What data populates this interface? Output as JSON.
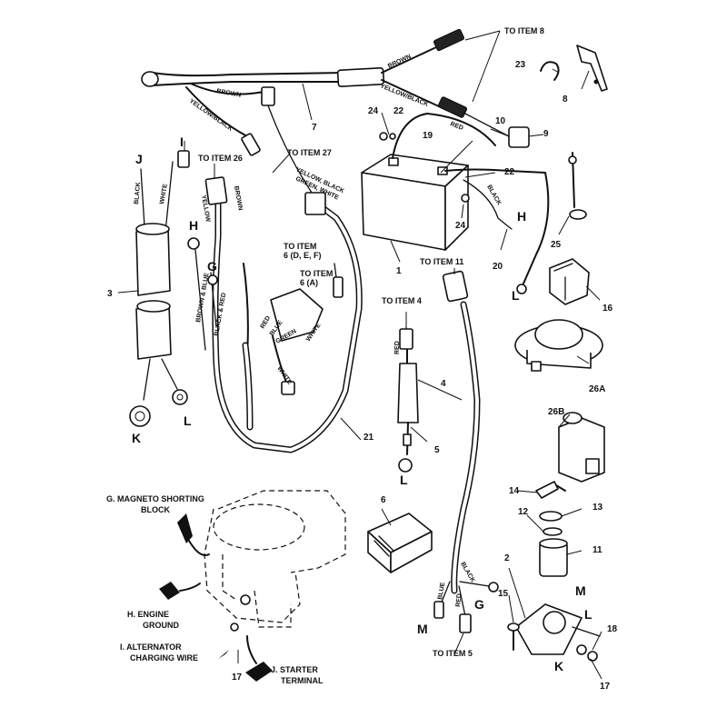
{
  "item_numbers": {
    "n1": "1",
    "n2": "2",
    "n3": "3",
    "n4": "4",
    "n5": "5",
    "n6": "6",
    "n7": "7",
    "n8": "8",
    "n9": "9",
    "n10": "10",
    "n11": "11",
    "n12": "12",
    "n13": "13",
    "n14": "14",
    "n15": "15",
    "n16": "16",
    "n17": "17",
    "n18": "18",
    "n19": "19",
    "n20": "20",
    "n21": "21",
    "n22": "22",
    "n23": "23",
    "n24": "24",
    "n25": "25",
    "n26a": "26A",
    "n26b": "26B"
  },
  "letters": {
    "g": "G",
    "h": "H",
    "i": "I",
    "j": "J",
    "k": "K",
    "l": "L",
    "m": "M"
  },
  "notes": {
    "to_item_8": "TO ITEM 8",
    "to_item_27": "TO ITEM 27",
    "to_item_26": "TO ITEM 26",
    "to_item_6_def_1": "TO ITEM",
    "to_item_6_def_2": "6 (D, E, F)",
    "to_item_6_a_1": "TO ITEM",
    "to_item_6_a_2": "6 (A)",
    "to_item_11": "TO ITEM 11",
    "to_item_4": "TO ITEM 4",
    "to_item_5": "TO ITEM 5"
  },
  "wire_labels": {
    "brown": "BROWN",
    "yellow_black": "YELLOW/BLACK",
    "red": "RED",
    "black": "BLACK",
    "white": "WHITE",
    "yellow": "YELLOW",
    "yellow_black_green_white_1": "YELLOW, BLACK",
    "yellow_black_green_white_2": "GREEN, WHITE",
    "brown_blue": "BROWN & BLUE",
    "black_red": "BLACK & RED",
    "blue": "BLUE",
    "green": "GREEN"
  },
  "engine_callouts": {
    "g": "G. MAGNETO SHORTING",
    "g2": "BLOCK",
    "h": "H. ENGINE",
    "h2": "GROUND",
    "i": "I. ALTERNATOR",
    "i2": "CHARGING WIRE",
    "j": "J. STARTER",
    "j2": "TERMINAL"
  }
}
